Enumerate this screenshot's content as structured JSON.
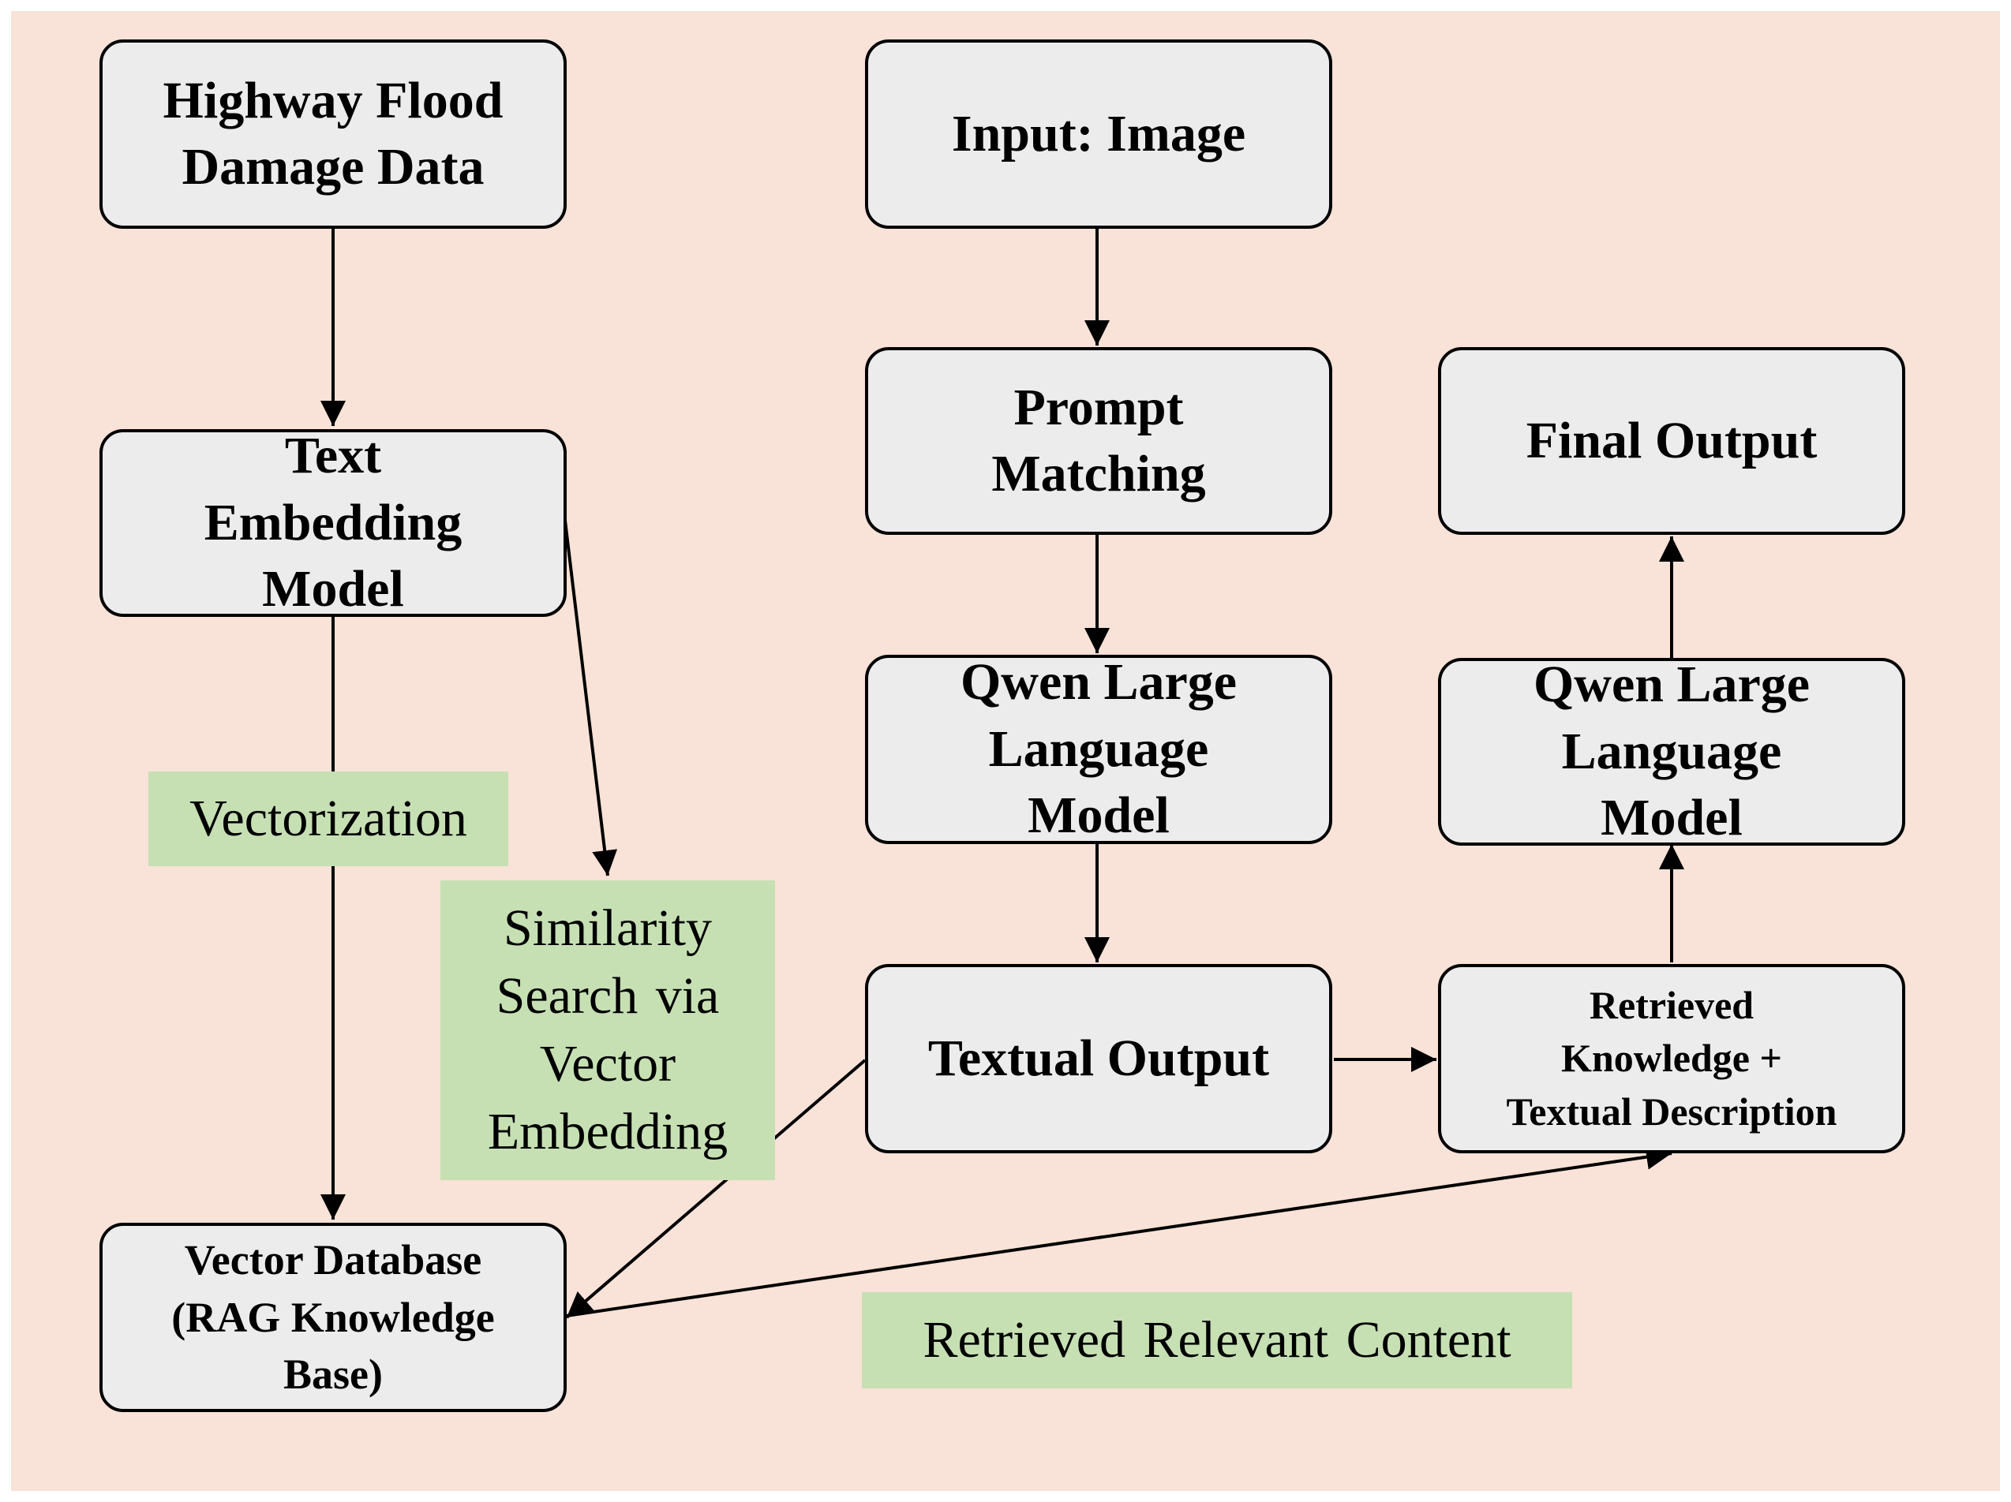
{
  "nodes": {
    "flood_data": "Highway Flood\nDamage Data",
    "text_embedding": "Text\nEmbedding\nModel",
    "vector_db": "Vector Database\n(RAG Knowledge\nBase)",
    "input_image": "Input: Image",
    "prompt_matching": "Prompt\nMatching",
    "qwen_llm_1": "Qwen Large\nLanguage\nModel",
    "textual_output": "Textual Output",
    "retrieved_knowledge": "Retrieved\nKnowledge +\nTextual Description",
    "qwen_llm_2": "Qwen Large\nLanguage\nModel",
    "final_output": "Final Output"
  },
  "labels": {
    "vectorization": "Vectorization",
    "similarity_search": "Similarity\nSearch via\nVector\nEmbedding",
    "retrieved_content": "Retrieved Relevant Content"
  },
  "colors": {
    "background": "#f9e2d7",
    "box_fill": "#ececec",
    "label_fill": "#c6e0b4",
    "stroke": "#000000"
  }
}
